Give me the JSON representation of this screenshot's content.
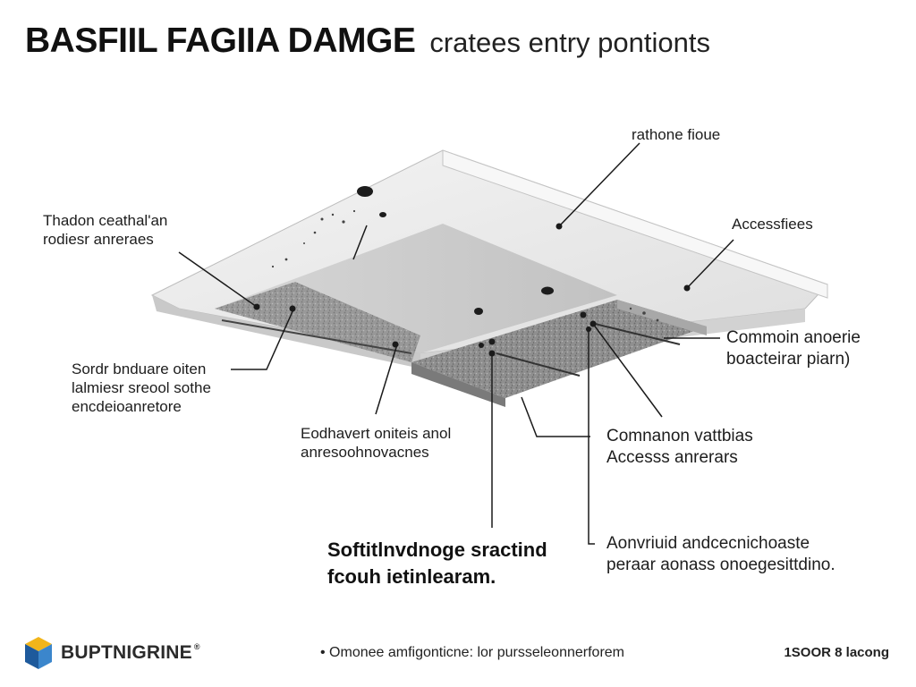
{
  "title": {
    "strong": "BASFIIL FAGIIA DAMGE",
    "light": "cratees entry pontionts"
  },
  "callouts": {
    "top_center": "rathone fioue",
    "top_right": "Accessfiees",
    "left_top": [
      "Thadon ceathal'an",
      "rodiesr anreraes"
    ],
    "left_mid": [
      "Sordr bnduare oiten",
      "lalmiesr sreool sothe",
      "encdeioanretore"
    ],
    "center_mid": [
      "Eodhavert oniteis anol",
      "anresoohnovacnes"
    ],
    "right_mid": [
      "Commoin anoerie",
      "boacteirar piarn)"
    ],
    "right_lower": [
      "Comnanon vattbias",
      "Accesss anrerars"
    ],
    "bottom_center": [
      "Softitlnvdnoge sractind",
      "fcouh ietinlearam."
    ],
    "bottom_right": [
      "Aonvriuid andcecnichoaste",
      "peraar aonass onoegesittdino."
    ]
  },
  "footer": {
    "brand": "BUPTNIGRINE",
    "trademark": "®",
    "note": "• Omonee amfigonticne: lor pursseleonnerforem",
    "right": "1SOOR 8 lacong"
  },
  "colors": {
    "fascia_face": "#e9e9e9",
    "soffit": "#cfcfcf",
    "insulation": "#9a9a9a",
    "line": "#1a1a1a",
    "logo_blue": "#1e5a9c",
    "logo_yellow": "#f2b51a"
  }
}
